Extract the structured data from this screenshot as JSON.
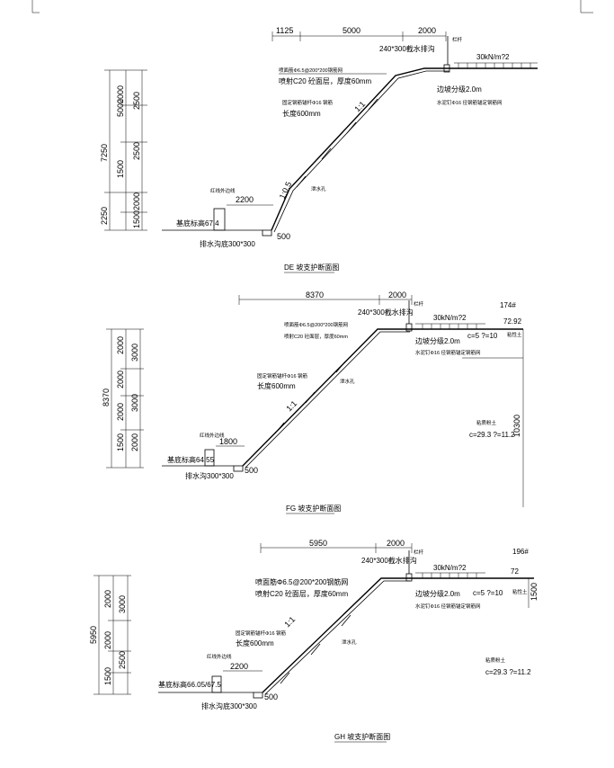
{
  "DE": {
    "title": "DE 坡支护断面图",
    "top_dims": [
      "1125",
      "5000",
      "2000"
    ],
    "left_dims_inner": [
      "2000",
      "2500",
      "2500",
      "2000",
      "1500"
    ],
    "left_dims_mid": [
      "5000",
      "1500",
      "2250"
    ],
    "left_total": "7250",
    "notes": {
      "drain_top": "240*300截水排沟",
      "fence": "栏杆",
      "load": "30kN/m?2",
      "mesh": "喷面筋Φ6.5@200*200钢筋网",
      "shotcrete": "喷射C20 砼面层，厚度60mm",
      "anchor_grade": "边坡分级2.0m",
      "anchor_top": "水泥钉Φ16 径钢筋锚定钢筋网",
      "anchor": "固定钢筋锚杆Φ16 钢筋",
      "anchor_len": "长度600mm",
      "slope1": "1:1",
      "slope2": "1:0.5",
      "weep": "泄水孔",
      "boundary": "红线外边线",
      "boundary_dim": "2200",
      "base": "基底标高67.4",
      "ditch": "排水沟底300*300",
      "toe": "500"
    }
  },
  "FG": {
    "title": "FG 坡支护断面图",
    "top_dims": [
      "8370",
      "2000"
    ],
    "left_dims_inner": [
      "2000",
      "2000",
      "2000",
      "1500"
    ],
    "left_dims_mid": [
      "3000",
      "3000",
      "2000"
    ],
    "left_total": "8370",
    "right_label": "174#",
    "right_elev": "72.92",
    "right_soil": "c=5 ?=10",
    "right_soil2": "粘性土",
    "right_dim": "10300",
    "right_soil3": "粘质粉土",
    "right_params": "c=29.3 ?=11.2",
    "notes": {
      "drain_top": "240*300截水排沟",
      "fence": "栏杆",
      "load": "30kN/m?2",
      "mesh": "喷面筋Φ6.5@200*200钢筋网",
      "shotcrete": "喷射C20 砼面层，厚度60mm",
      "anchor_grade": "边坡分级2.0m",
      "anchor_top": "水泥钉Φ16 径钢筋锚定钢筋网",
      "anchor": "固定钢筋锚杆Φ16 钢筋",
      "anchor_len": "长度600mm",
      "slope1": "1:1",
      "weep": "泄水孔",
      "boundary": "红线外边线",
      "boundary_dim": "1800",
      "base": "基底标高64.55",
      "ditch": "排水沟300*300",
      "toe": "500"
    }
  },
  "GH": {
    "title": "GH 坡支护断面图",
    "top_dims": [
      "5950",
      "2000"
    ],
    "left_dims_inner": [
      "2000",
      "2000",
      "1500"
    ],
    "left_dims_mid": [
      "3000",
      "2500"
    ],
    "left_total": "5950",
    "right_label": "196#",
    "right_elev": "72",
    "right_soil": "c=5 ?=10",
    "right_soil2": "粘性土",
    "right_dim": "1500",
    "right_soil3": "粘质粉土",
    "right_params": "c=29.3 ?=11.2",
    "notes": {
      "drain_top": "240*300截水排沟",
      "fence": "栏杆",
      "load": "30kN/m?2",
      "mesh": "喷面筋Φ6.5@200*200钢筋网",
      "shotcrete": "喷射C20 砼面层，厚度60mm",
      "anchor_grade": "边坡分级2.0m",
      "anchor_top": "水泥钉Φ16 径钢筋锚定钢筋网",
      "anchor": "固定钢筋锚杆Φ16 钢筋",
      "anchor_len": "长度600mm",
      "slope1": "1:1",
      "weep": "泄水孔",
      "boundary": "红线外边线",
      "boundary_dim": "2200",
      "base": "基底标高66.05/67.5",
      "ditch": "排水沟底300*300",
      "toe": "500"
    }
  }
}
